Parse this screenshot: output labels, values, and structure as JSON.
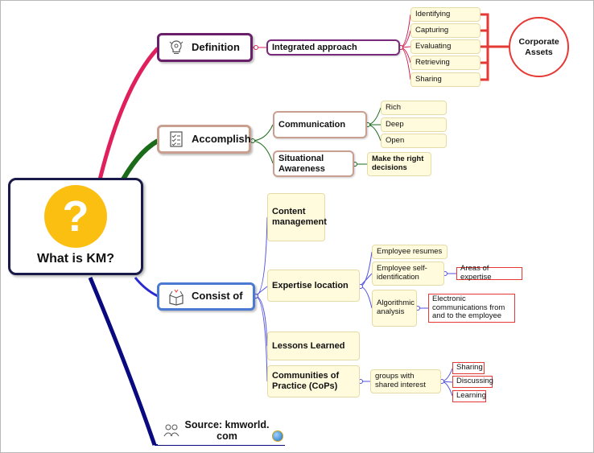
{
  "center": {
    "title": "What is KM?",
    "icon_symbol": "?",
    "icon": "question-mark-icon"
  },
  "branches": {
    "definition": {
      "label": "Definition",
      "icon": "bulb-gears-icon",
      "color": "#6a1f6a",
      "line_color": "#e0205c",
      "sub": "Integrated approach",
      "items": [
        "Identifying",
        "Capturing",
        "Evaluating",
        "Retrieving",
        "Sharing"
      ],
      "result": "Corporate Assets"
    },
    "accomplish": {
      "label": "Accomplish",
      "icon": "checklist-icon",
      "color": "#c9a090",
      "line_color": "#1a6b1a",
      "communication": {
        "label": "Communication",
        "items": [
          "Rich",
          "Deep",
          "Open"
        ]
      },
      "situational": {
        "label": "Situational Awareness",
        "note": "Make the right decisions"
      }
    },
    "consist": {
      "label": "Consist of",
      "icon": "open-box-icon",
      "color": "#4a7ad2",
      "line_color": "#2a2ad2",
      "content_management": "Content management",
      "expertise": {
        "label": "Expertise location",
        "resumes": "Employee resumes",
        "self_id": "Employee self-identification",
        "areas": "Areas of expertise",
        "algorithmic": "Algorithmic analysis",
        "electronic": "Electronic communications from and to the employee"
      },
      "lessons": "Lessons Learned",
      "cops": {
        "label": "Communities of Practice (CoPs)",
        "shared": "groups with shared interest",
        "items": [
          "Sharing",
          "Discussing",
          "Learning"
        ]
      }
    },
    "source": {
      "label": "Source: kmworld. com",
      "icon": "people-icon",
      "globe_icon": "globe-icon",
      "line_color": "#0a0a80"
    }
  },
  "colors": {
    "accent_yellow": "#fbbf12",
    "red": "#e53935",
    "sticky": "#fffbdc"
  }
}
